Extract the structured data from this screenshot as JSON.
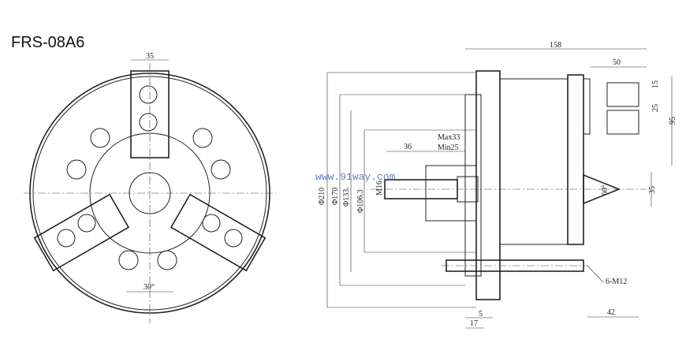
{
  "title": "FRS-08A6",
  "watermark": "www.91way.com",
  "front_view": {
    "jaw_width": "35",
    "jaw_angle": "30°"
  },
  "side_view": {
    "overall_length": "158",
    "cylinder_length": "50",
    "port_spacing_1": "15",
    "port_spacing_2": "25",
    "cylinder_height": "95",
    "center_diameter": "35",
    "center_angle": "60°",
    "stroke_max": "Max33",
    "stroke_min": "Min25",
    "bolt_length": "36",
    "thread": "M16",
    "dia_210": "Φ210",
    "dia_170": "Φ170",
    "dia_133": "Φ133.",
    "dia_106": "Φ106.3",
    "mount_bolts": "6-M12",
    "dim_5": "5",
    "dim_17": "17",
    "dim_42": "42"
  }
}
